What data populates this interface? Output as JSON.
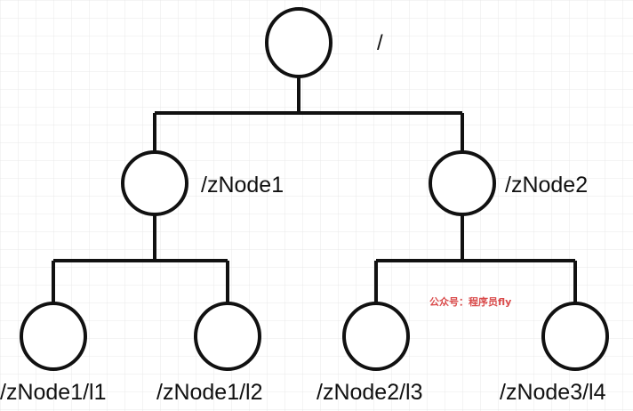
{
  "diagram": {
    "root": {
      "label": "/"
    },
    "level1": [
      {
        "label": "/zNode1"
      },
      {
        "label": "/zNode2"
      }
    ],
    "level2": [
      {
        "label": "/zNode1/l1"
      },
      {
        "label": "/zNode1/l2"
      },
      {
        "label": "/zNode2/l3"
      },
      {
        "label": "/zNode3/l4"
      }
    ],
    "watermark": "公众号：程序员fly"
  },
  "colors": {
    "background": "#ffffff",
    "grid": "#e6e6e6",
    "stroke": "#111111",
    "watermark": "#d94a4a"
  }
}
